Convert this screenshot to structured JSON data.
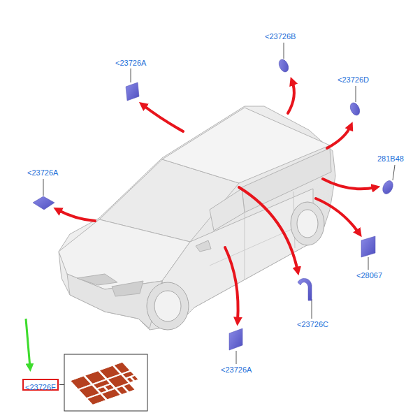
{
  "diagram": {
    "nodes": [
      {
        "text": [
          "<23726F"
        ]
      }
    ],
    "labels": [
      "<23726A",
      "<23726B",
      "<23726D",
      "281B48",
      "<23726A",
      "<28067",
      "<23726C",
      "<23726A"
    ]
  }
}
